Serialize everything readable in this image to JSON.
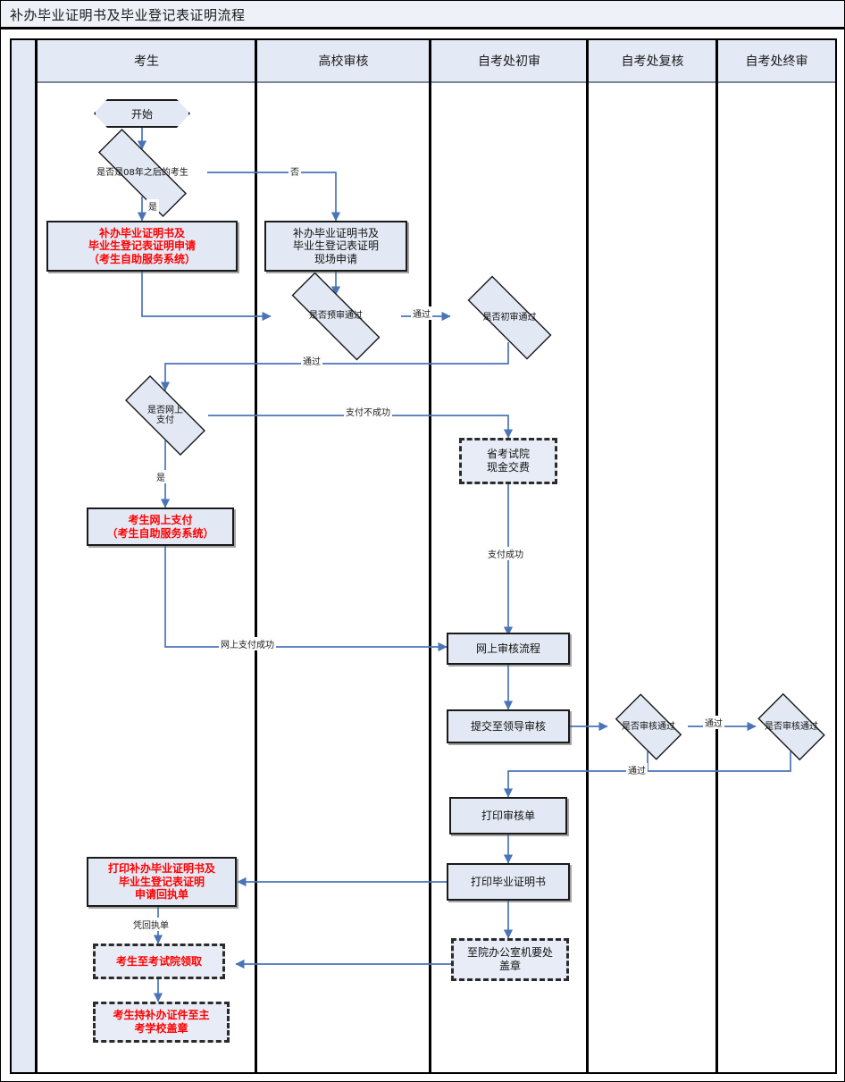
{
  "title": "补办毕业证明书及毕业登记表证明流程",
  "lanes": [
    {
      "id": "lane-kaosheng",
      "label": "考生"
    },
    {
      "id": "lane-gaoxiao",
      "label": "高校审核"
    },
    {
      "id": "lane-chushen",
      "label": "自考处初审"
    },
    {
      "id": "lane-fuhe",
      "label": "自考处复核"
    },
    {
      "id": "lane-zhongshen",
      "label": "自考处终审"
    }
  ],
  "nodes": {
    "start": "开始",
    "d_year": "是否是08年之后的考生",
    "apply_online": "补办毕业证明书及\n毕业生登记表证明申请\n（考生自助服务系统）",
    "apply_onsite": "补办毕业证明书及\n毕业生登记表证明\n现场申请",
    "d_presheng": "是否预审通过",
    "d_chushen": "是否初审通过",
    "d_pay": "是否网上\n支付",
    "cash_pay": "省考试院\n现金交费",
    "online_pay": "考生网上支付\n（考生自助服务系统）",
    "online_review": "网上审核流程",
    "submit_leader": "提交至领导审核",
    "d_fuhe": "是否审核通过",
    "d_zhongshen": "是否审核通过",
    "print_sheet": "打印审核单",
    "print_cert": "打印毕业证明书",
    "print_receipt": "打印补办毕业证明书及\n毕业生登记表证明\n申请回执单",
    "seal_office": "至院办公室机要处\n盖章",
    "pickup": "考生至考试院领取",
    "school_seal": "考生持补办证件至主\n考学校盖章"
  },
  "edge_labels": {
    "no": "否",
    "yes": "是",
    "pass1": "通过",
    "pass2": "通过",
    "pass3": "通过",
    "pass4": "通过",
    "pass5": "通过",
    "pay_fail": "支付不成功",
    "pay_ok": "支付成功",
    "online_pay_ok": "网上支付成功",
    "with_receipt": "凭回执单"
  },
  "colors": {
    "lane_header_bg": "#e3eaf5",
    "node_fill": "#e2e9f4",
    "connector": "#4a74b8",
    "red_text": "#ff0000",
    "border": "#1a1a1a"
  }
}
